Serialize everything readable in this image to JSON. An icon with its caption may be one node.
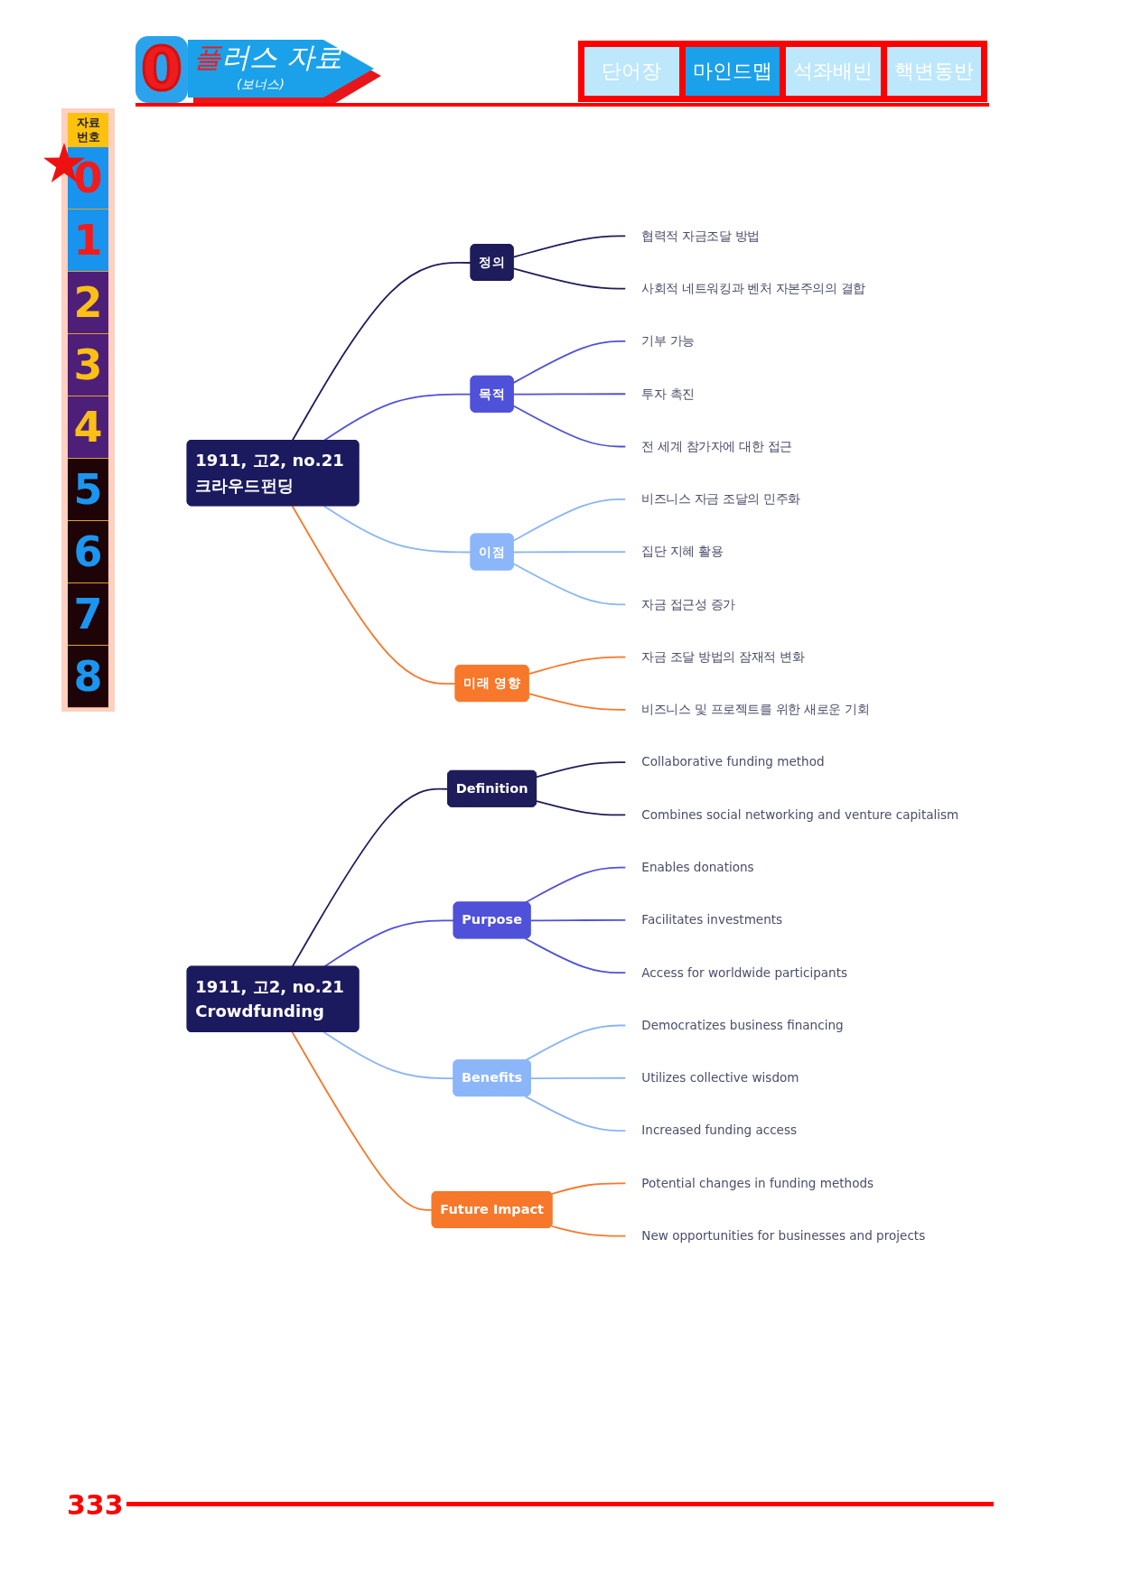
{
  "diagram": {
    "nodes": [
      {
        "text": [
          "1911, 고2, no.21 크라우드펀딩"
        ]
      },
      {
        "text": [
          "정의"
        ]
      },
      {
        "text": [
          "협력적 자금조달 방법"
        ]
      },
      {
        "text": [
          "사회적 네트워킹과 벤처 자본주의의 결합"
        ]
      },
      {
        "text": [
          "목적"
        ]
      },
      {
        "text": [
          "기부 가능"
        ]
      },
      {
        "text": [
          "투자 촉진"
        ]
      },
      {
        "text": [
          "전 세계 참가자에 대한 접근"
        ]
      },
      {
        "text": [
          "이점"
        ]
      },
      {
        "text": [
          "비즈니스 자금 조달의 민주화"
        ]
      },
      {
        "text": [
          "집단 지혜 활용"
        ]
      },
      {
        "text": [
          "자금 접근성 증가"
        ]
      },
      {
        "text": [
          "미래 영향"
        ]
      },
      {
        "text": [
          "자금 조달 방법의 잠재적 변화"
        ]
      },
      {
        "text": [
          "비즈니스 및 프로젝트를 위한 새로운 기회"
        ]
      },
      {
        "text": [
          "1911, 고2, no.21 Crowdfunding"
        ]
      },
      {
        "text": [
          "Definition"
        ]
      },
      {
        "text": [
          "Collaborative funding method"
        ]
      },
      {
        "text": [
          "Combines social networking and venture capitalism"
        ]
      },
      {
        "text": [
          "Purpose"
        ]
      },
      {
        "text": [
          "Enables donations"
        ]
      },
      {
        "text": [
          "Facilitates investments"
        ]
      },
      {
        "text": [
          "Access for worldwide participants"
        ]
      },
      {
        "text": [
          "Benefits"
        ]
      },
      {
        "text": [
          "Democratizes business financing"
        ]
      },
      {
        "text": [
          "Utilizes collective wisdom"
        ]
      },
      {
        "text": [
          "Increased funding access"
        ]
      },
      {
        "text": [
          "Future Impact"
        ]
      },
      {
        "text": [
          "Potential changes in funding methods"
        ]
      },
      {
        "text": [
          "New opportunities for businesses and projects"
        ]
      }
    ],
    "edges": [
      {
        "from": 0,
        "to": 1,
        "arrow": "none",
        "color": "#1f1c5c"
      },
      {
        "from": 1,
        "to": 2,
        "arrow": "none",
        "color": "#1f1c5c"
      },
      {
        "from": 1,
        "to": 3,
        "arrow": "none",
        "color": "#1f1c5c"
      },
      {
        "from": 0,
        "to": 4,
        "arrow": "none",
        "color": "#4f51d9"
      },
      {
        "from": 4,
        "to": 5,
        "arrow": "none",
        "color": "#4f51d9"
      },
      {
        "from": 4,
        "to": 6,
        "arrow": "none",
        "color": "#4f51d9"
      },
      {
        "from": 4,
        "to": 7,
        "arrow": "none",
        "color": "#4f51d9"
      },
      {
        "from": 0,
        "to": 8,
        "arrow": "none",
        "color": "#8ab4f8"
      },
      {
        "from": 8,
        "to": 9,
        "arrow": "none",
        "color": "#8ab4f8"
      },
      {
        "from": 8,
        "to": 10,
        "arrow": "none",
        "color": "#8ab4f8"
      },
      {
        "from": 8,
        "to": 11,
        "arrow": "none",
        "color": "#8ab4f8"
      },
      {
        "from": 0,
        "to": 12,
        "arrow": "none",
        "color": "#f7782a"
      },
      {
        "from": 12,
        "to": 13,
        "arrow": "none",
        "color": "#f7782a"
      },
      {
        "from": 12,
        "to": 14,
        "arrow": "none",
        "color": "#f7782a"
      },
      {
        "from": 15,
        "to": 16,
        "arrow": "none",
        "color": "#1f1c5c"
      },
      {
        "from": 16,
        "to": 17,
        "arrow": "none",
        "color": "#1f1c5c"
      },
      {
        "from": 16,
        "to": 18,
        "arrow": "none",
        "color": "#1f1c5c"
      },
      {
        "from": 15,
        "to": 19,
        "arrow": "none",
        "color": "#4f51d9"
      },
      {
        "from": 19,
        "to": 20,
        "arrow": "none",
        "color": "#4f51d9"
      },
      {
        "from": 19,
        "to": 21,
        "arrow": "none",
        "color": "#4f51d9"
      },
      {
        "from": 19,
        "to": 22,
        "arrow": "none",
        "color": "#4f51d9"
      },
      {
        "from": 15,
        "to": 23,
        "arrow": "none",
        "color": "#8ab4f8"
      },
      {
        "from": 23,
        "to": 24,
        "arrow": "none",
        "color": "#8ab4f8"
      },
      {
        "from": 23,
        "to": 25,
        "arrow": "none",
        "color": "#8ab4f8"
      },
      {
        "from": 23,
        "to": 26,
        "arrow": "none",
        "color": "#8ab4f8"
      },
      {
        "from": 15,
        "to": 27,
        "arrow": "none",
        "color": "#f7782a"
      },
      {
        "from": 27,
        "to": 28,
        "arrow": "none",
        "color": "#f7782a"
      },
      {
        "from": 27,
        "to": 29,
        "arrow": "none",
        "color": "#f7782a"
      }
    ],
    "labels": [
      "0",
      "플러스 자료",
      "(보너스)",
      "단어장",
      "마인드맵",
      "석좌배빈",
      "핵변동반",
      "자료 번호",
      "0",
      "1",
      "2",
      "3",
      "4",
      "5",
      "6",
      "7",
      "8",
      "333"
    ]
  }
}
